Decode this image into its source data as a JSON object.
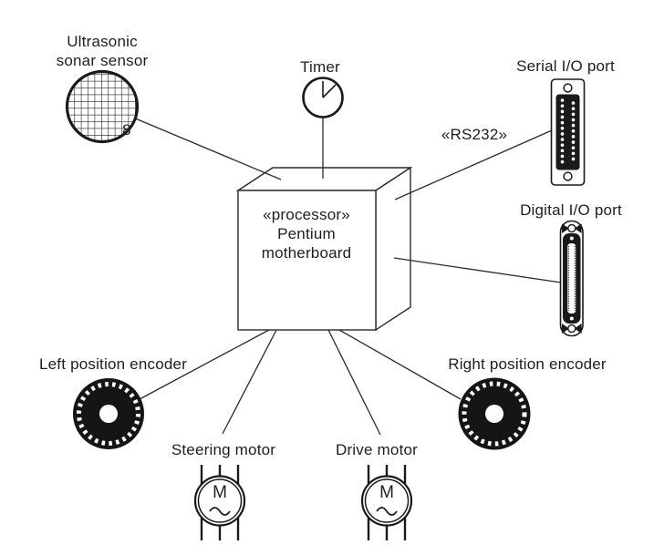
{
  "colors": {
    "ink": "#2b2b2b",
    "text": "#1e1e1e",
    "connector_fill": "#1a1a1a",
    "background": "#ffffff"
  },
  "processor": {
    "stereotype": "«processor»",
    "line1": "Pentium",
    "line2": "motherboard"
  },
  "sonar": {
    "label1": "Ultrasonic",
    "label2": "sonar sensor",
    "multiplicity": "8"
  },
  "timer": {
    "label": "Timer"
  },
  "serial_port": {
    "label": "Serial I/O port",
    "link_label": "«RS232»"
  },
  "digital_port": {
    "label": "Digital I/O port"
  },
  "left_encoder": {
    "label": "Left position encoder"
  },
  "right_encoder": {
    "label": "Right position encoder"
  },
  "steering_motor": {
    "label": "Steering motor",
    "letter": "M"
  },
  "drive_motor": {
    "label": "Drive motor",
    "letter": "M"
  }
}
